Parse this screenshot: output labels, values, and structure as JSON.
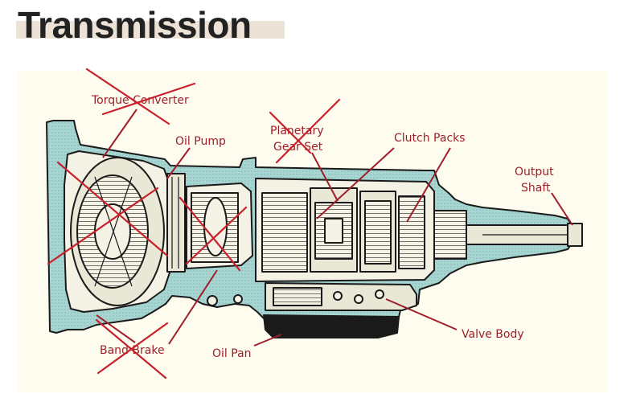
{
  "page": {
    "title": "Transmission"
  },
  "colors": {
    "background": "#ffffff",
    "panel": "#fdfcee",
    "title_text": "#222222",
    "title_highlight": "#ece3d6",
    "label_red": "#9e1e2a",
    "cross_red": "#c8202c",
    "housing_fill": "#a7d5d1",
    "ink": "#1a1a1a"
  },
  "labels": {
    "torque_converter": "Torque Converter",
    "oil_pump": "Oil Pump",
    "planetary_gear_set_line1": "Planetary",
    "planetary_gear_set_line2": "Gear Set",
    "clutch_packs": "Clutch Packs",
    "output_shaft_line1": "Output",
    "output_shaft_line2": "Shaft",
    "valve_body": "Valve Body",
    "oil_pan": "Oil Pan",
    "band_brake": "Band Brake"
  },
  "crossed_out": [
    "Torque Converter",
    "Planetary Gear Set",
    "Band Brake"
  ],
  "icons": {
    "transmission": "transmission-cutaway-icon",
    "cross": "cross-out-mark-icon"
  }
}
